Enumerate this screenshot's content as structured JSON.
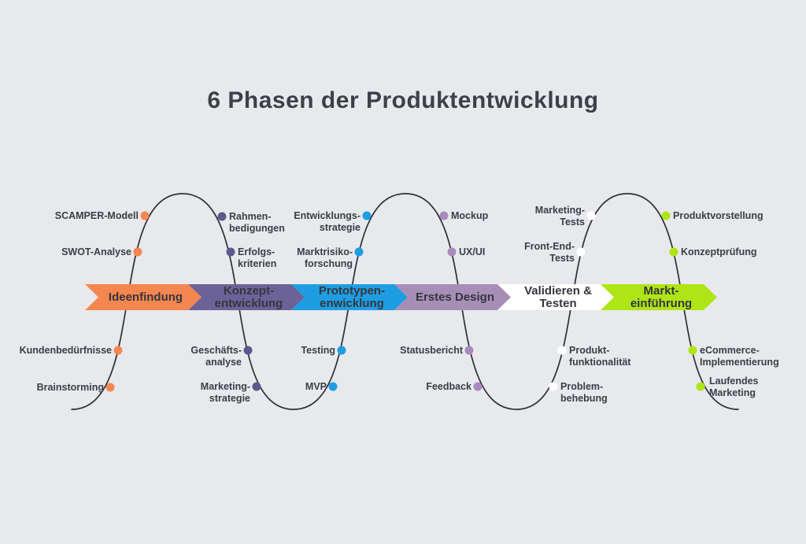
{
  "title": "6 Phasen der Produktentwicklung",
  "colors": {
    "background": "#E8E9ED",
    "curve": "#2E2F36",
    "title_text": "#3F4047",
    "label_text": "#3C3D45"
  },
  "phases": [
    {
      "arrow_label": "Ideenfindung",
      "color": "#F6864F",
      "dot_color": "#F6864F",
      "milestones": [
        {
          "label": "SCAMPER-Modell"
        },
        {
          "label": "SWOT-Analyse"
        },
        {
          "label": "Kundenbedürfnisse"
        },
        {
          "label": "Brainstorming"
        }
      ]
    },
    {
      "arrow_label": "Konzept-\nentwicklung",
      "color": "#6B6397",
      "dot_color": "#5E578C",
      "milestones": [
        {
          "label": "Rahmen-\nbedigungen"
        },
        {
          "label": "Erfolgs-\nkriterien"
        },
        {
          "label": "Geschäfts-\nanalyse"
        },
        {
          "label": "Marketing-\nstrategie"
        }
      ]
    },
    {
      "arrow_label": "Prototypen-\nenwicklung",
      "color": "#1E9DE2",
      "dot_color": "#1E9DE2",
      "milestones": [
        {
          "label": "Entwicklungs-\nstrategie"
        },
        {
          "label": "Marktrisiko-\nforschung"
        },
        {
          "label": "Testing"
        },
        {
          "label": "MVP"
        }
      ]
    },
    {
      "arrow_label": "Erstes Design",
      "color": "#A78EB7",
      "dot_color": "#A78BBE",
      "milestones": [
        {
          "label": "Mockup"
        },
        {
          "label": "UX/UI"
        },
        {
          "label": "Statusbericht"
        },
        {
          "label": "Feedback"
        }
      ]
    },
    {
      "arrow_label": "Validieren &\nTesten",
      "color": "#FFFFFF",
      "dot_color": "#FFFFFF",
      "milestones": [
        {
          "label": "Marketing-\nTests"
        },
        {
          "label": "Front-End-\nTests"
        },
        {
          "label": "Produkt-\nfunktionalität"
        },
        {
          "label": "Problem-\nbehebung"
        }
      ]
    },
    {
      "arrow_label": "Markt-\neinführung",
      "color": "#AEE514",
      "dot_color": "#AEE514",
      "milestones": [
        {
          "label": "Produktvorstellung"
        },
        {
          "label": "Konzeptprüfung"
        },
        {
          "label": "eCommerce-\nImplementierung"
        },
        {
          "label": "Laufendes\nMarketing"
        }
      ]
    }
  ]
}
